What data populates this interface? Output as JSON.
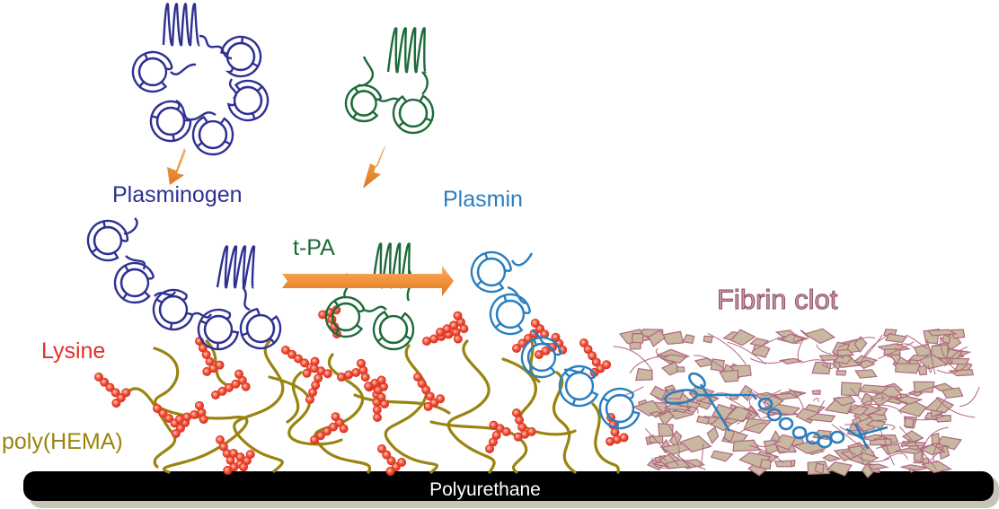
{
  "labels": {
    "plasminogen": "Plasminogen",
    "tpa": "t-PA",
    "plasmin": "Plasmin",
    "lysine": "Lysine",
    "poly_hema": "poly(HEMA)",
    "fibrin_clot": "Fibrin clot",
    "polyurethane": "Polyurethane"
  },
  "colors": {
    "plasminogen": "#2e3192",
    "tpa": "#1e6b3a",
    "plasmin": "#2a7fc0",
    "lysine_text": "#e0302a",
    "lysine_bead": "#f04a3a",
    "poly_hema": "#9a8410",
    "fibrin_fill": "#c8b8a0",
    "fibrin_stroke": "#b06a80",
    "arrow": "#f0923a",
    "substrate": "#000000",
    "substrate_shadow": "#c8c4b8",
    "substrate_text": "#ffffff"
  },
  "icons": {
    "down_arrow": "arrow-down-icon",
    "right_arrow": "arrow-right-icon",
    "scissors": "scissors-icon"
  }
}
